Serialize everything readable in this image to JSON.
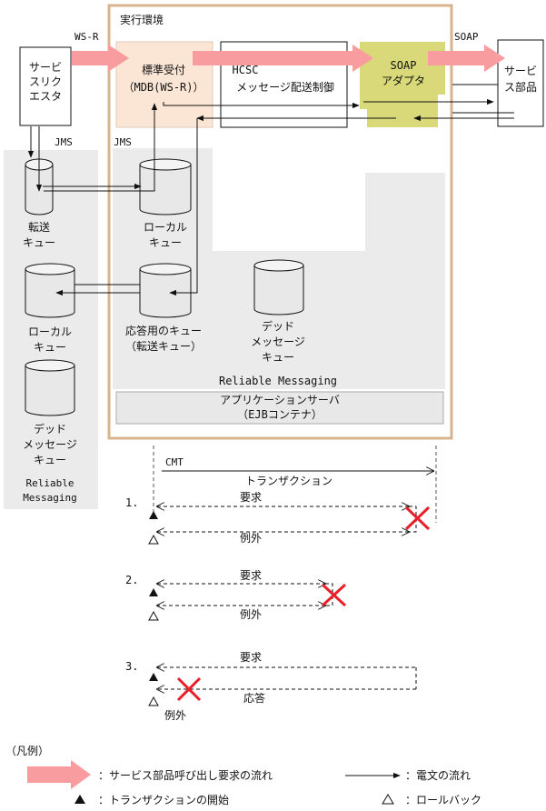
{
  "env": {
    "title": "実行環境",
    "app_server_line1": "アプリケーションサーバ",
    "app_server_line2": "（EJBコンテナ）",
    "reliable_messaging": "Reliable Messaging"
  },
  "labels": {
    "wsr": "WS-R",
    "soap_top": "SOAP",
    "jms_left": "JMS",
    "jms_mid": "JMS",
    "requester_line1": "サービ",
    "requester_line2": "スリク",
    "requester_line3": "エスタ",
    "reception_line1": "標準受付",
    "reception_line2": "（MDB(WS-R)）",
    "hcsc_line1": "HCSC",
    "hcsc_line2": "メッセージ配送制御",
    "soap_adapter_line1": "SOAP",
    "soap_adapter_line2": "アダプタ",
    "service_line1": "サービ",
    "service_line2": "ス部品"
  },
  "queues": {
    "transfer_line1": "転送",
    "transfer_line2": "キュー",
    "local_inner_line1": "ローカル",
    "local_inner_line2": "キュー",
    "local_left_line1": "ローカル",
    "local_left_line2": "キュー",
    "response_line1": "応答用のキュー",
    "response_line2": "（転送キュー）",
    "dead_inner_line1": "デッド",
    "dead_inner_line2": "メッセージ",
    "dead_inner_line3": "キュー",
    "dead_left_line1": "デッド",
    "dead_left_line2": "メッセージ",
    "dead_left_line3": "キュー",
    "left_rm_line1": "Reliable",
    "left_rm_line2": "Messaging"
  },
  "transaction": {
    "cmt": "CMT",
    "label": "トランザクション",
    "case1_num": "1.",
    "case2_num": "2.",
    "case3_num": "3.",
    "request": "要求",
    "exception": "例外",
    "response": "応答"
  },
  "legend": {
    "title": "（凡例）",
    "service_flow": "：サービス部品呼び出し要求の流れ",
    "message_flow": "：電文の流れ",
    "tx_start": "：トランザクションの開始",
    "rollback": "：ロールバック"
  },
  "colors": {
    "pink_arrow": "#f89ca0",
    "env_border": "#d7b48e",
    "reception_fill": "#fbe6d6",
    "soap_fill": "#d9d97a",
    "grey_area": "#ebebeb",
    "red_x": "#e8202a"
  }
}
